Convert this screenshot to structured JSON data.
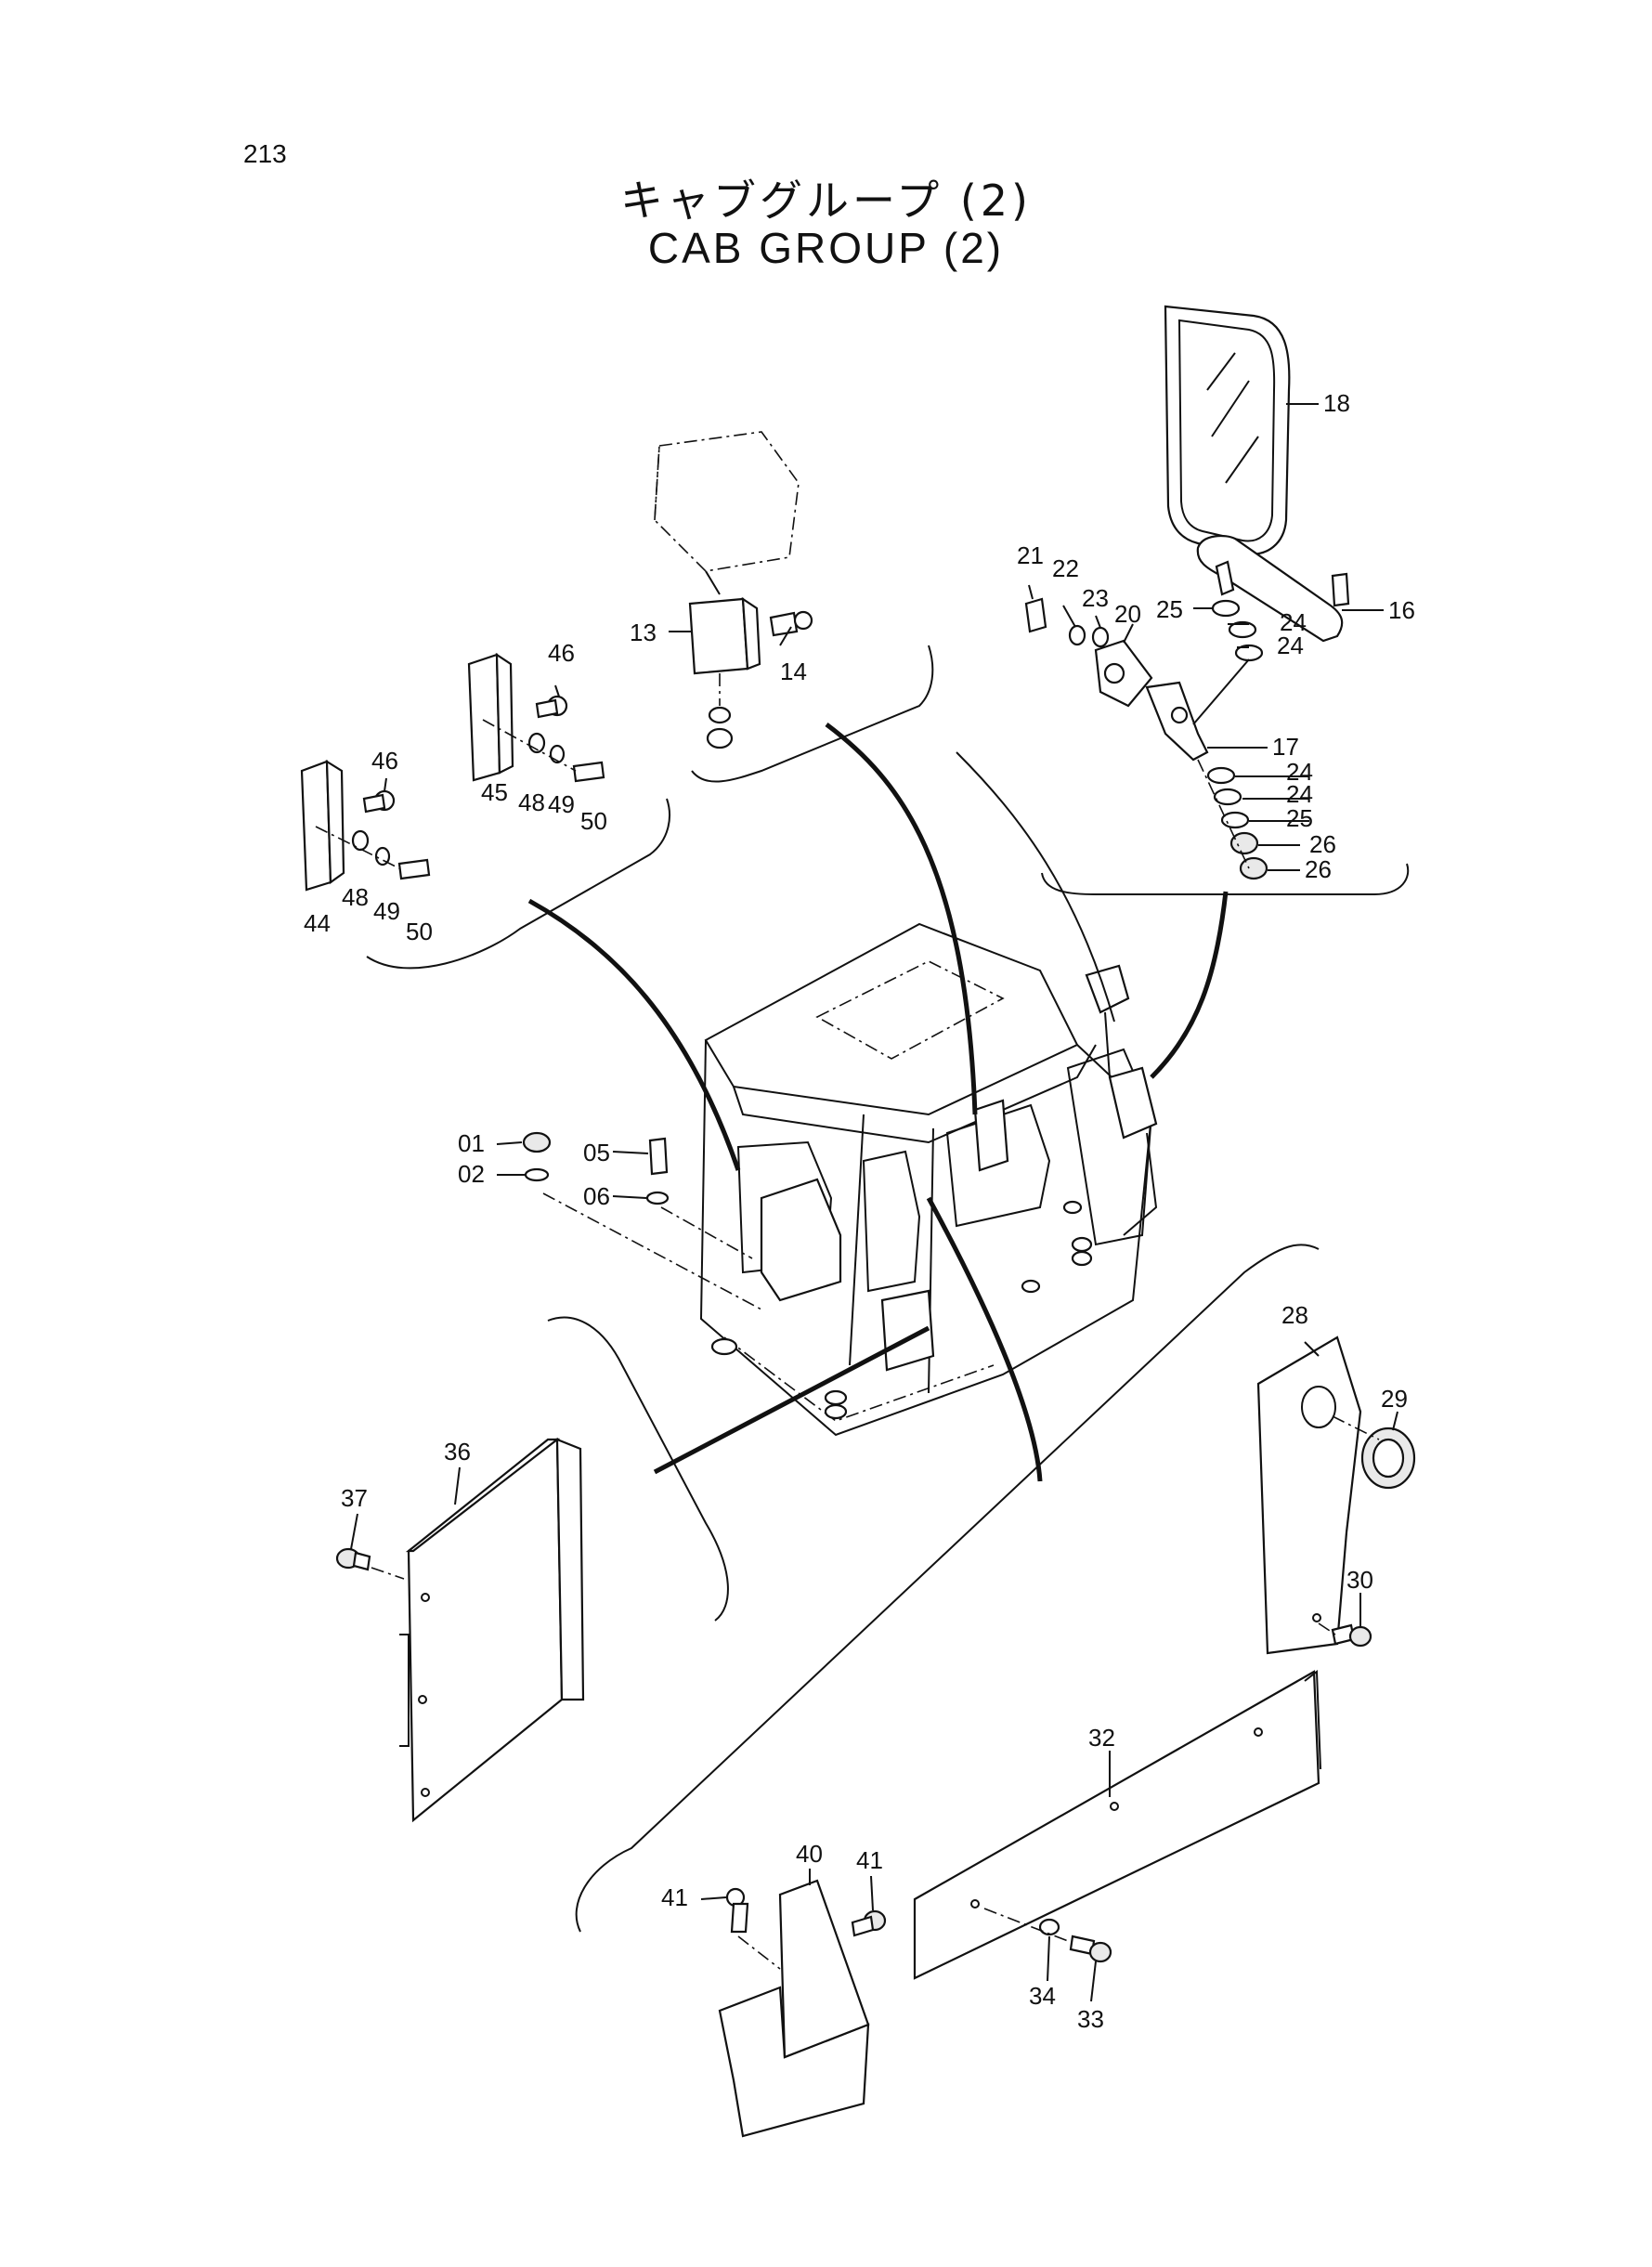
{
  "page_number": "213",
  "title_ja": "キャブグループ (2)",
  "title_en": "CAB GROUP (2)",
  "part_labels": [
    "01",
    "02",
    "05",
    "06",
    "13",
    "14",
    "16",
    "17",
    "18",
    "20",
    "21",
    "22",
    "23",
    "24",
    "25",
    "26",
    "28",
    "29",
    "30",
    "32",
    "33",
    "34",
    "36",
    "37",
    "40",
    "41",
    "44",
    "45",
    "46",
    "48",
    "49",
    "50"
  ]
}
